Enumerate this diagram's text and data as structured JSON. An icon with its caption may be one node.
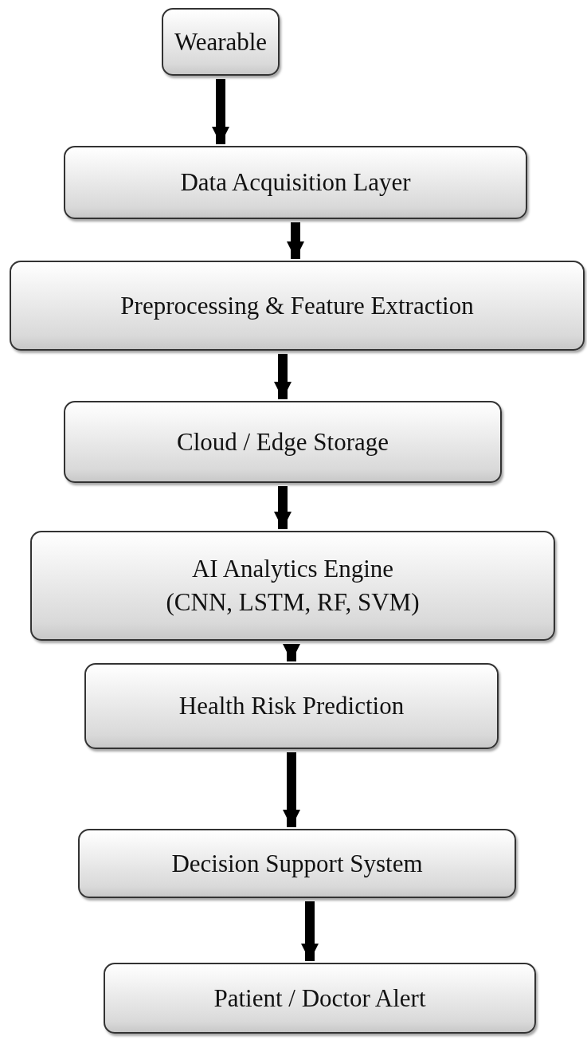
{
  "diagram": {
    "nodes": [
      {
        "text": [
          "Wearable"
        ]
      },
      {
        "text": [
          "Data Acquisition Layer"
        ]
      },
      {
        "text": [
          "Preprocessing & Feature Extraction"
        ]
      },
      {
        "text": [
          "Cloud / Edge Storage"
        ]
      },
      {
        "text": [
          "AI Analytics Engine",
          "(CNN, LSTM, RF, SVM)"
        ]
      },
      {
        "text": [
          "Health Risk Prediction"
        ]
      },
      {
        "text": [
          "Decision Support System"
        ]
      },
      {
        "text": [
          "Patient / Doctor Alert"
        ]
      }
    ],
    "edges": [
      {
        "from": 0,
        "to": 1,
        "arrow": "to"
      },
      {
        "from": 1,
        "to": 2,
        "arrow": "to"
      },
      {
        "from": 2,
        "to": 3,
        "arrow": "to"
      },
      {
        "from": 3,
        "to": 4,
        "arrow": "to"
      },
      {
        "from": 4,
        "to": 5,
        "arrow": "to"
      },
      {
        "from": 5,
        "to": 6,
        "arrow": "to"
      },
      {
        "from": 6,
        "to": 7,
        "arrow": "to"
      }
    ]
  }
}
